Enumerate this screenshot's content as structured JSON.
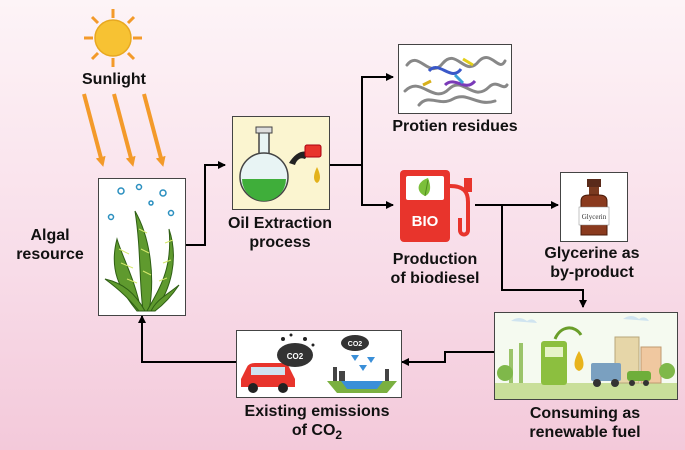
{
  "labels": {
    "sunlight": "Sunlight",
    "algal_resource": "Algal\nresource",
    "oil_extraction": "Oil Extraction\nprocess",
    "protein_residues": "Protien residues",
    "production": "Production\nof biodiesel",
    "glycerine": "Glycerine as\nby-product",
    "consuming": "Consuming as\nrenewable fuel",
    "emissions_line1": "Existing emissions",
    "emissions_line2_prefix": "of CO",
    "emissions_line2_sub": "2"
  },
  "icon_text": {
    "bio_sign": "BIO",
    "glycerin_label": "Glycerin",
    "co2_cloud_left": "CO2",
    "co2_cloud_right": "CO2"
  },
  "colors": {
    "arrow": "#000000",
    "sun_rays": "#f39a2a",
    "sun": "#f7c233",
    "algae": "#5f9a2e",
    "bio_pump": "#e8342c",
    "leaf": "#7bbf3a"
  }
}
